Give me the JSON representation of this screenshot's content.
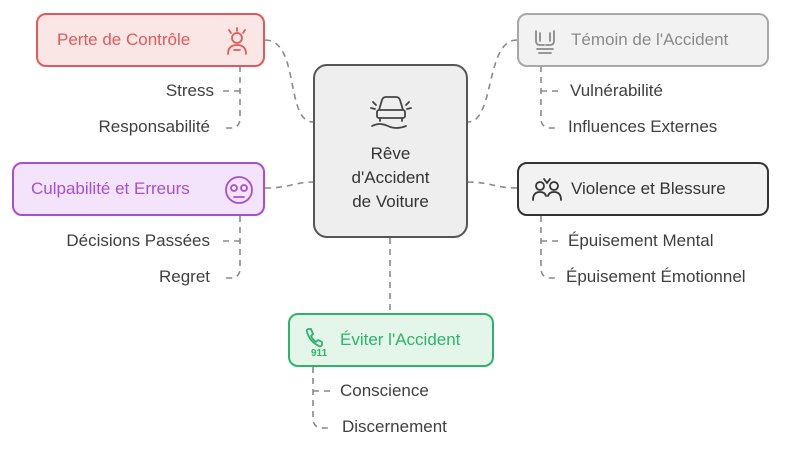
{
  "center": {
    "label": "Rêve\nd'Accident\nde Voiture",
    "icon": "car-skid-icon"
  },
  "branches": {
    "control": {
      "title": "Perte de Contrôle",
      "icon": "stressed-person-icon",
      "color": "#e05a5a",
      "leaves": [
        "Stress",
        "Responsabilité"
      ]
    },
    "guilt": {
      "title": "Culpabilité et Erreurs",
      "icon": "worried-face-icon",
      "color": "#a64fd1",
      "leaves": [
        "Décisions Passées",
        "Regret"
      ]
    },
    "witness": {
      "title": "Témoin de l'Accident",
      "icon": "hands-icon",
      "color": "#8a8a8a",
      "leaves": [
        "Vulnérabilité",
        "Influences Externes"
      ]
    },
    "violence": {
      "title": "Violence et Blessure",
      "icon": "injured-people-icon",
      "color": "#333333",
      "leaves": [
        "Épuisement Mental",
        "Épuisement Émotionnel"
      ]
    },
    "avoid": {
      "title": "Éviter l'Accident",
      "icon": "phone-911-icon",
      "color": "#2fb36b",
      "leaves": [
        "Conscience",
        "Discernement"
      ]
    }
  }
}
